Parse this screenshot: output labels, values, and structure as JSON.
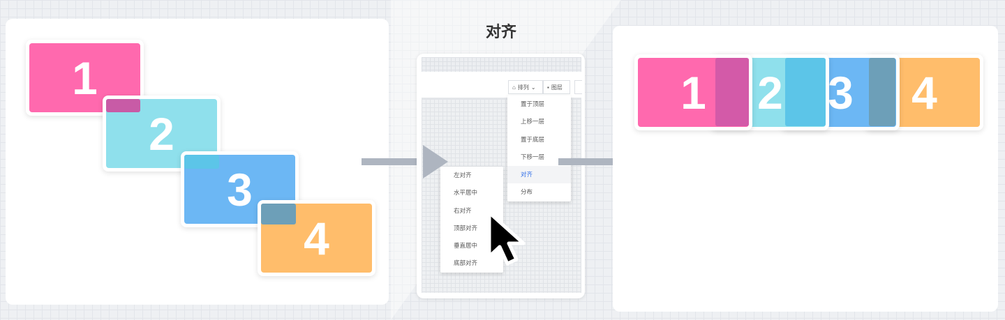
{
  "title": "对齐",
  "cards": [
    "1",
    "2",
    "3",
    "4"
  ],
  "colors": {
    "pink": "#ff69ae",
    "cyan": "#8fe0ec",
    "blue": "#6cb7f4",
    "orange": "#ffbd6b"
  },
  "toolbar": {
    "arrange_label": "排列",
    "layer_label": "图层"
  },
  "arrange_menu": [
    "置于顶层",
    "上移一层",
    "置于底层",
    "下移一层",
    "对齐",
    "分布"
  ],
  "align_menu": [
    "左对齐",
    "水平居中",
    "右对齐",
    "顶部对齐",
    "垂直居中",
    "底部对齐"
  ]
}
